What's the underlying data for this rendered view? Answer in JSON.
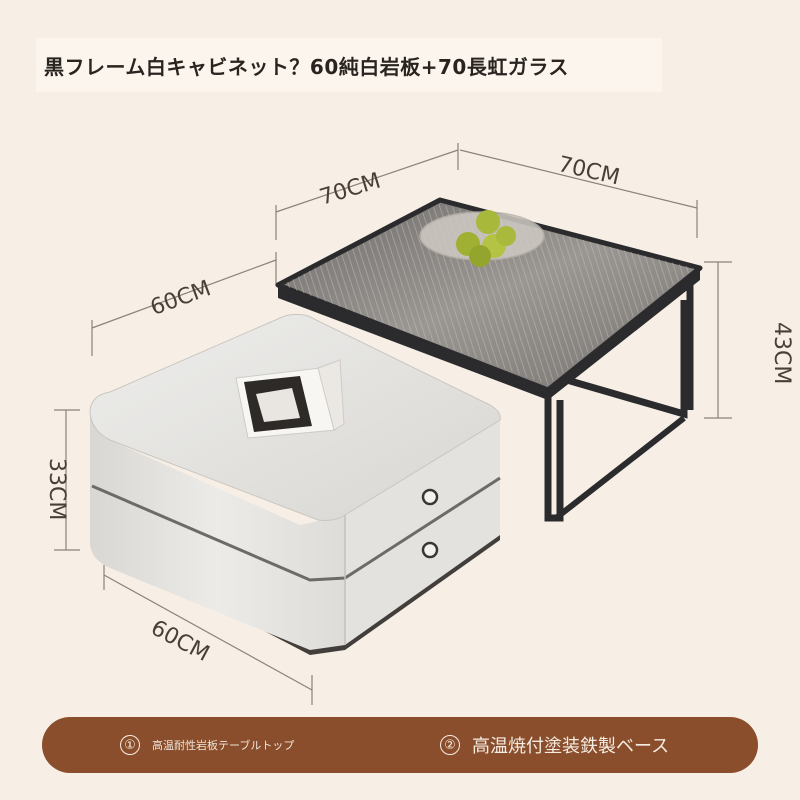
{
  "title": "黒フレーム白キャビネット？60純白岩板+70長虹ガラス",
  "dimensions": {
    "glass_depth": "70CM",
    "glass_width": "70CM",
    "cabinet_depth_top": "60CM",
    "table_height": "43CM",
    "cabinet_height": "33CM",
    "cabinet_width_front": "60CM"
  },
  "features": [
    {
      "number": "①",
      "label": "高温耐性岩板テーブルトップ"
    },
    {
      "number": "②",
      "label": "高温焼付塗装鉄製ベース"
    }
  ],
  "colors": {
    "background": "#f7efe6",
    "frame": "#2b2b2e",
    "cabinet": "#e8e6e2",
    "banner": "#8a4e2c"
  }
}
